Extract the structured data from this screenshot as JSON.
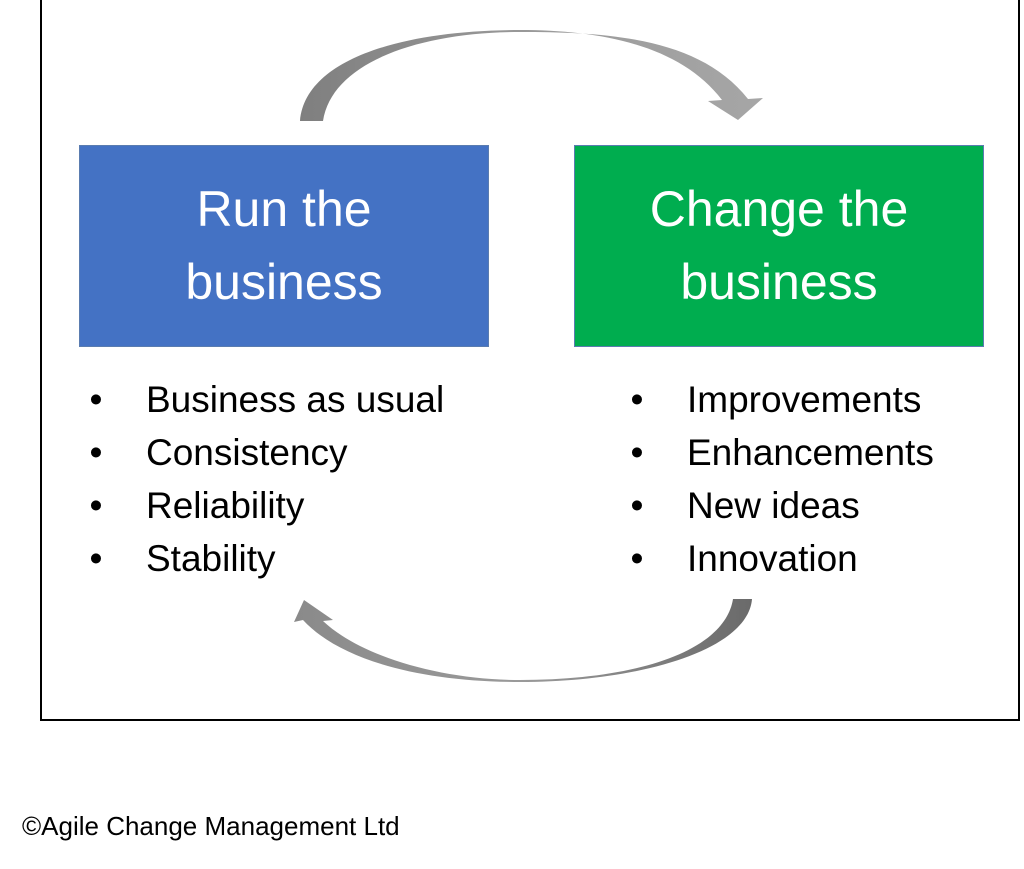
{
  "diagram": {
    "left_box": {
      "title_line1": "Run the",
      "title_line2": "business",
      "color": "#4472c4",
      "items": [
        "Business as usual",
        "Consistency",
        "Reliability",
        "Stability"
      ]
    },
    "right_box": {
      "title_line1": "Change the",
      "title_line2": "business",
      "color": "#00ad4f",
      "items": [
        "Improvements",
        "Enhancements",
        "New ideas",
        "Innovation"
      ]
    },
    "bullet_char": "•",
    "arrows": [
      {
        "from": "Run the business",
        "to": "Change the business",
        "position": "top"
      },
      {
        "from": "Change the business",
        "to": "Run the business",
        "position": "bottom"
      }
    ],
    "arrow_color": "#8c8c8c"
  },
  "footer": {
    "copyright": "©Agile Change Management Ltd"
  }
}
